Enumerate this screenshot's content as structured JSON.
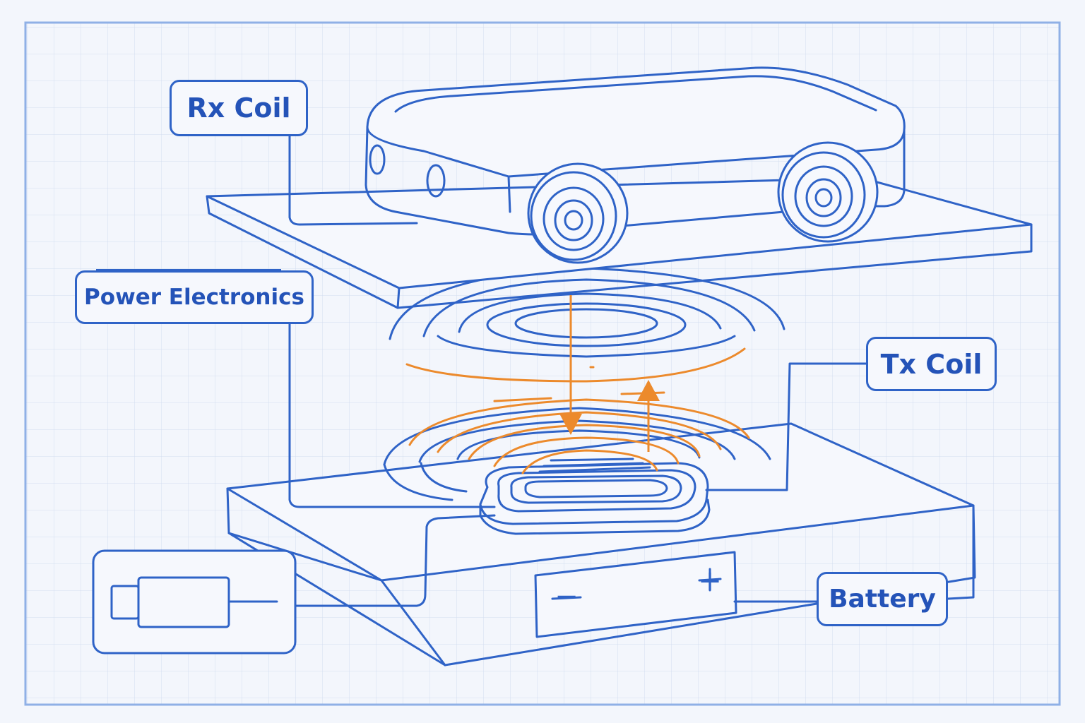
{
  "labels": {
    "rx_coil": "Rx Coil",
    "power_electronics": "Power Electronics",
    "tx_coil": "Tx Coil",
    "battery": "Battery"
  },
  "battery_symbols": {
    "minus": "−",
    "plus": "+"
  },
  "colors": {
    "line": "#2f63c7",
    "field": "#ec8a2c",
    "grid": "#d3ddf0",
    "background": "#f3f6fc"
  }
}
